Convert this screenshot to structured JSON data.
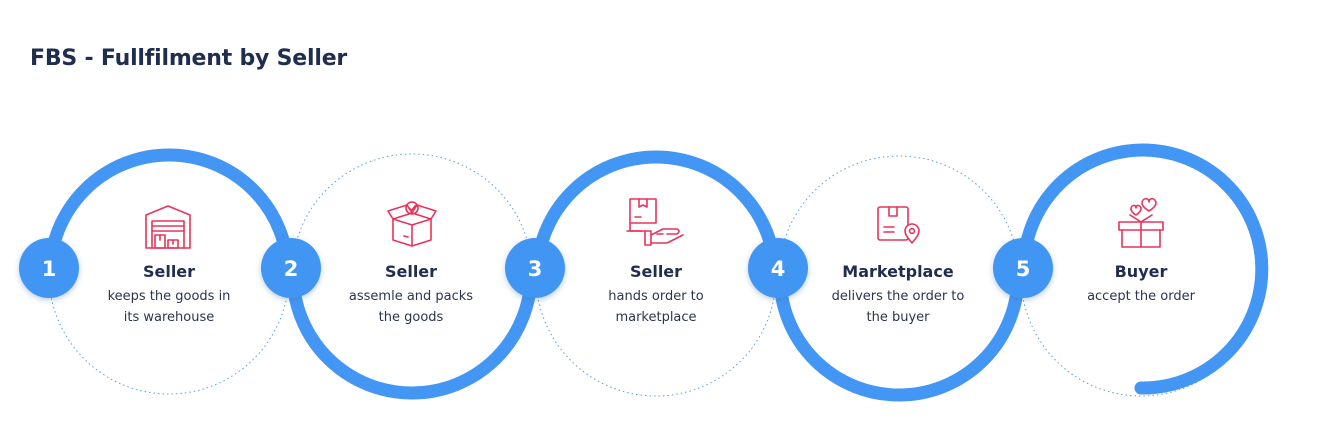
{
  "title": "FBS - Fullfilment by Seller",
  "colors": {
    "ring": "#4396f3",
    "dotted": "#5a9ee0",
    "icon": "#e8345a",
    "text": "#1f2d4e",
    "badge": "#4396f3"
  },
  "steps": [
    {
      "number": "1",
      "title": "Seller",
      "desc_lines": [
        "keeps the goods in",
        "its warehouse"
      ],
      "icon": "warehouse-icon"
    },
    {
      "number": "2",
      "title": "Seller",
      "desc_lines": [
        "assemle and packs",
        "the goods"
      ],
      "icon": "open-box-check-icon"
    },
    {
      "number": "3",
      "title": "Seller",
      "desc_lines": [
        "hands order to",
        "marketplace"
      ],
      "icon": "hand-package-icon"
    },
    {
      "number": "4",
      "title": "Marketplace",
      "desc_lines": [
        "delivers the order to",
        "the buyer"
      ],
      "icon": "parcel-location-icon"
    },
    {
      "number": "5",
      "title": "Buyer",
      "desc_lines": [
        "accept the order"
      ],
      "icon": "gift-hearts-icon"
    }
  ]
}
